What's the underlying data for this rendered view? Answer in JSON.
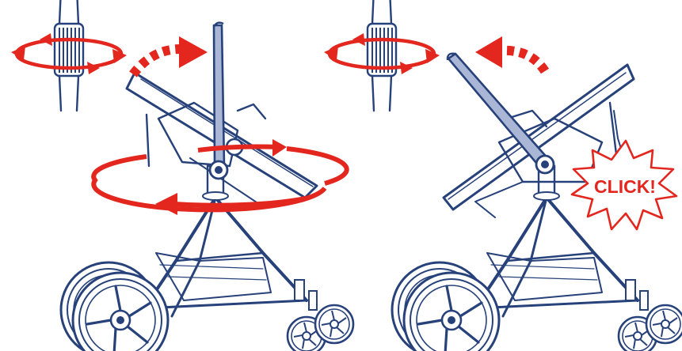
{
  "figure": {
    "panels": [
      {
        "id": "left",
        "steps": [
          "rotate-handle-collar",
          "swing-handlebar-forward",
          "rotate-seat-unit"
        ]
      },
      {
        "id": "right",
        "steps": [
          "rotate-handle-collar",
          "swing-handlebar-back",
          "lock-into-place"
        ],
        "callout": "CLICK!"
      }
    ],
    "colors": {
      "outline": "#27417a",
      "handle_fill": "#aab6d6",
      "arrow": "#e3261e",
      "background": "#ffffff"
    }
  }
}
